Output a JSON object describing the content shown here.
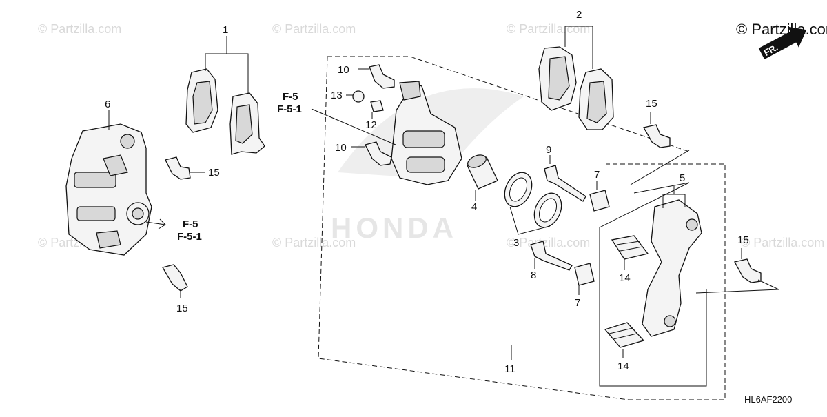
{
  "watermark": "© Partzilla.com",
  "brand": "© Partzilla.com",
  "direction_label": "FR.",
  "diagram_code": "HL6AF2200",
  "background_logo": "HONDA",
  "ref_labels": {
    "f5": "F-5",
    "f51": "F-5-1"
  },
  "callouts": {
    "c1": "1",
    "c2": "2",
    "c3": "3",
    "c4": "4",
    "c5": "5",
    "c6": "6",
    "c7": "7",
    "c8": "8",
    "c9": "9",
    "c10": "10",
    "c11": "11",
    "c12": "12",
    "c13": "13",
    "c14": "14",
    "c15": "15"
  }
}
